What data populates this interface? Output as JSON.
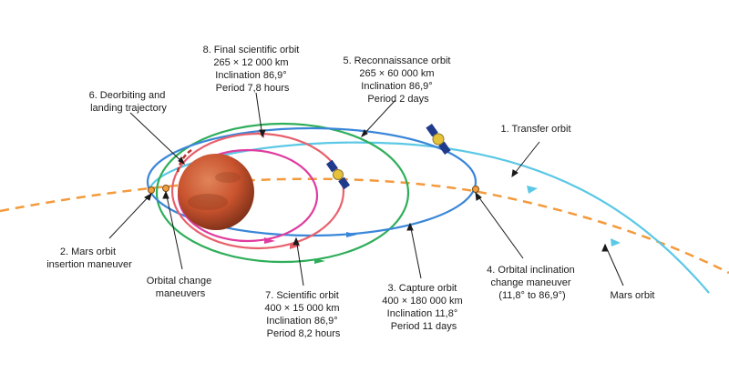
{
  "colors": {
    "transfer": "#5bc8e6",
    "capture": "#3a86d8",
    "reconnaissance": "#2fae5a",
    "scientific": "#e03c9f",
    "final": "#e8606c",
    "mars_orbit": "#f39a3c",
    "deorbit": "#b8332c",
    "maneuver_point": "#f0a040",
    "mars": "#c9532e"
  },
  "labels": {
    "transfer": [
      "1. Transfer orbit"
    ],
    "mars_insertion": [
      "2. Mars orbit",
      "insertion maneuver"
    ],
    "capture": [
      "3. Capture orbit",
      "400 × 180 000 km",
      "Inclination 11,8°",
      "Period 11 days"
    ],
    "inclination_change": [
      "4. Orbital inclination",
      "change maneuver",
      "(11,8° to 86,9°)"
    ],
    "reconnaissance": [
      "5. Reconnaissance orbit",
      "265 × 60 000 km",
      "Inclination 86,9°",
      "Period 2 days"
    ],
    "deorbit": [
      "6. Deorbiting and",
      "landing trajectory"
    ],
    "scientific": [
      "7. Scientific orbit",
      "400 × 15 000 km",
      "Inclination 86,9°",
      "Period 8,2 hours"
    ],
    "final": [
      "8. Final scientific orbit",
      "265 × 12 000 km",
      "Inclination 86,9°",
      "Period 7,8 hours"
    ],
    "orbital_change": [
      "Orbital change",
      "maneuvers"
    ],
    "mars_orbit": [
      "Mars orbit"
    ]
  }
}
